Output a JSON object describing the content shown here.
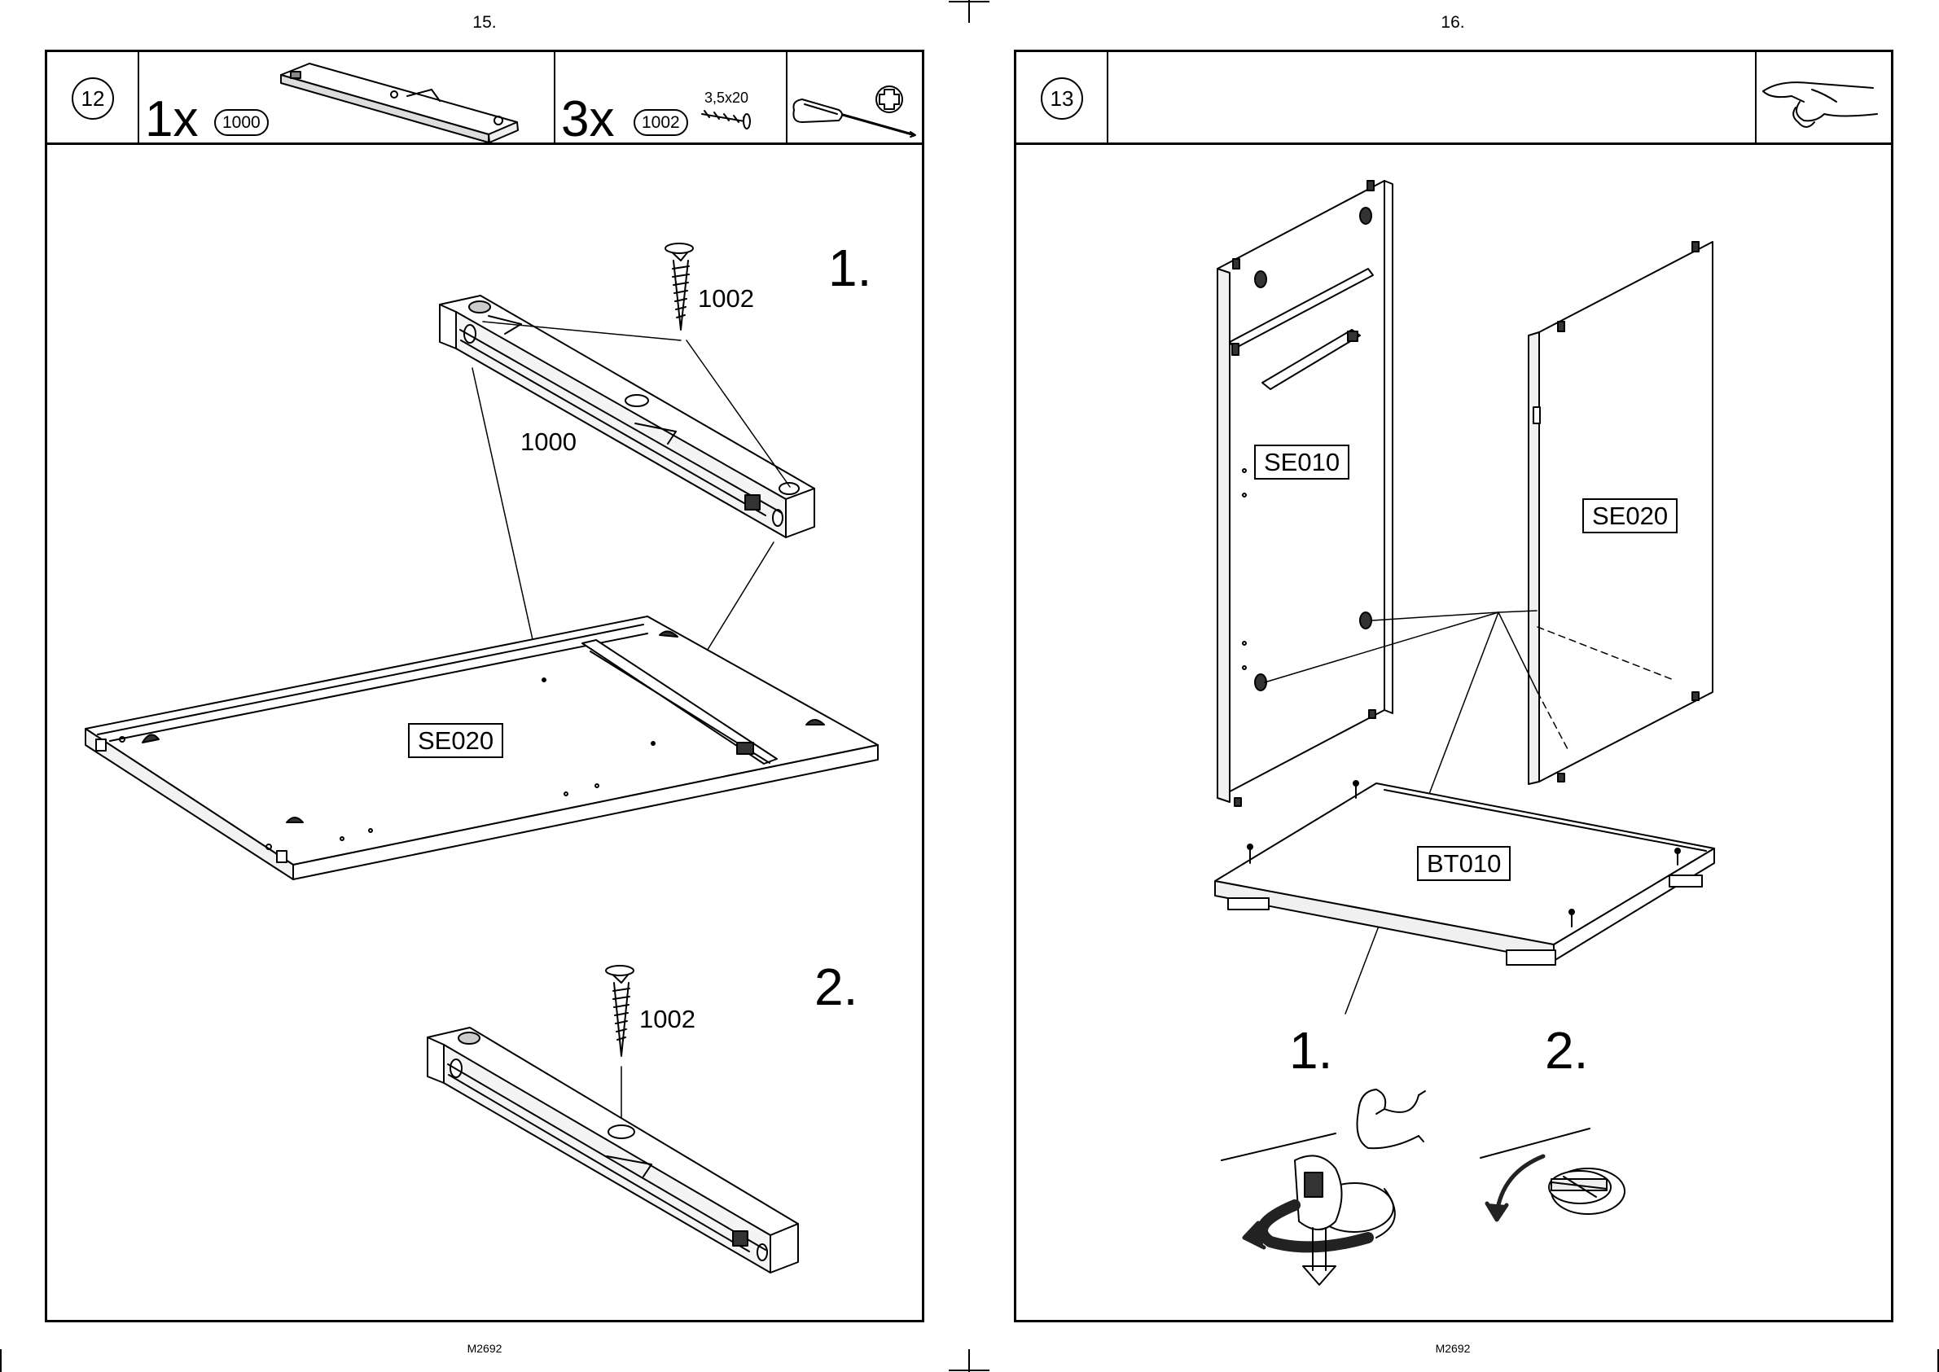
{
  "left_page": {
    "page_number": "15.",
    "footer_code": "M2692",
    "step_number": "12",
    "parts": [
      {
        "quantity": "1x",
        "part_code": "1000"
      },
      {
        "quantity": "3x",
        "part_code": "1002",
        "size": "3,5x20"
      }
    ],
    "tools": [
      "screwdriver-icon",
      "phillips-head-icon"
    ],
    "substeps": [
      "1.",
      "2."
    ],
    "callouts": {
      "screw_upper": "1002",
      "rail": "1000",
      "panel": "SE020",
      "screw_lower": "1002"
    }
  },
  "right_page": {
    "page_number": "16.",
    "footer_code": "M2692",
    "step_number": "13",
    "hint_icon": "pointing-hand-icon",
    "panels": [
      "SE010",
      "SE020",
      "BT010"
    ],
    "substeps": [
      "1.",
      "2."
    ],
    "cam_icons": [
      "flexed-arm-icon",
      "cam-lock-tighten-icon",
      "cam-lock-locked-icon"
    ]
  }
}
